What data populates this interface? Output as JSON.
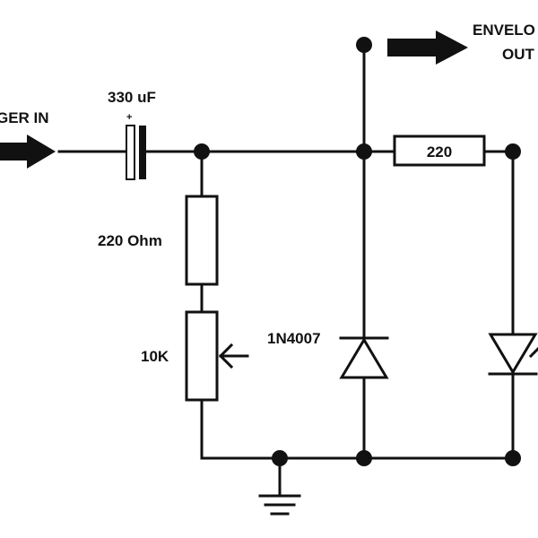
{
  "labels": {
    "trigger_in": "GER IN",
    "capacitor": "330 uF",
    "cap_polarity": "+",
    "r_220_ohm": "220 Ohm",
    "pot_10k": "10K",
    "diode": "1N4007",
    "r_220": "220",
    "envelope_line1": "ENVELO",
    "envelope_line2": "OUT"
  },
  "colors": {
    "ink": "#111111",
    "background": "#ffffff"
  }
}
